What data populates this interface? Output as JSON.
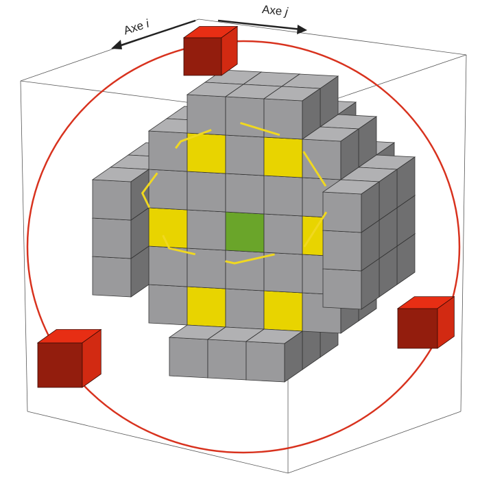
{
  "axes": {
    "i": {
      "prefix": "Axe ",
      "letter": "i"
    },
    "j": {
      "prefix": "Axe ",
      "letter": "j"
    }
  },
  "colors": {
    "voxel": "#9a9a9c",
    "center": "#6aa52a",
    "neighbor": "#e8d400",
    "corner": "#d22a12",
    "circle": "#d8321e",
    "ring_curve": "#f0d820"
  }
}
